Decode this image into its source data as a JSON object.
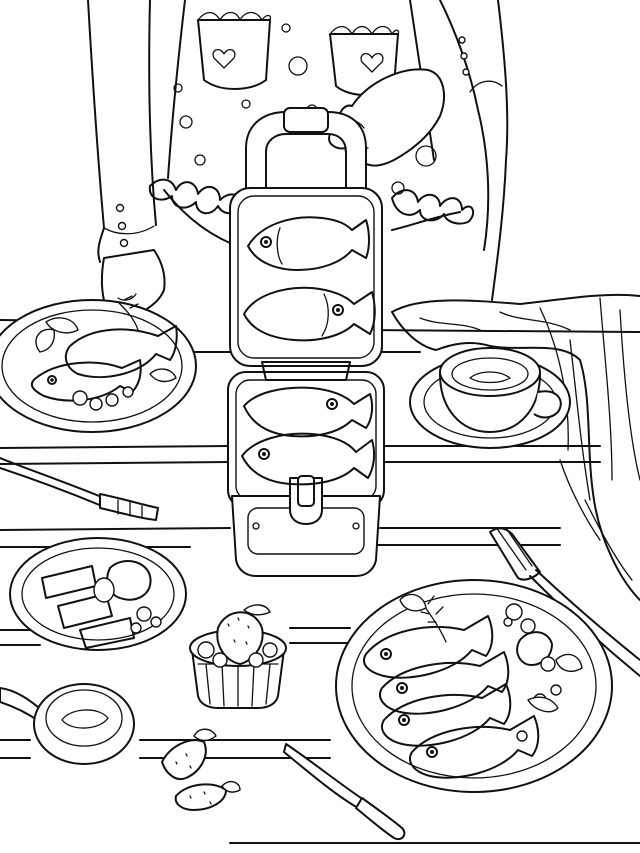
{
  "image": {
    "kind": "line-art coloring page",
    "palette": {
      "line": "#111111",
      "paper": "#ffffff"
    },
    "objects": [
      "person-with-dotted-apron",
      "hand-on-waffle-maker-lid",
      "fish-waffle-maker",
      "taiyaki-fish-waffles",
      "plate-left-fish-waffles",
      "coffee-cup-and-saucer",
      "draped-cloth",
      "fork-left",
      "fork-right",
      "plate-toast-and-fruit",
      "berry-ramekin",
      "sauce-pan",
      "loose-strawberries",
      "plate-right-fish-waffles",
      "knife"
    ]
  }
}
